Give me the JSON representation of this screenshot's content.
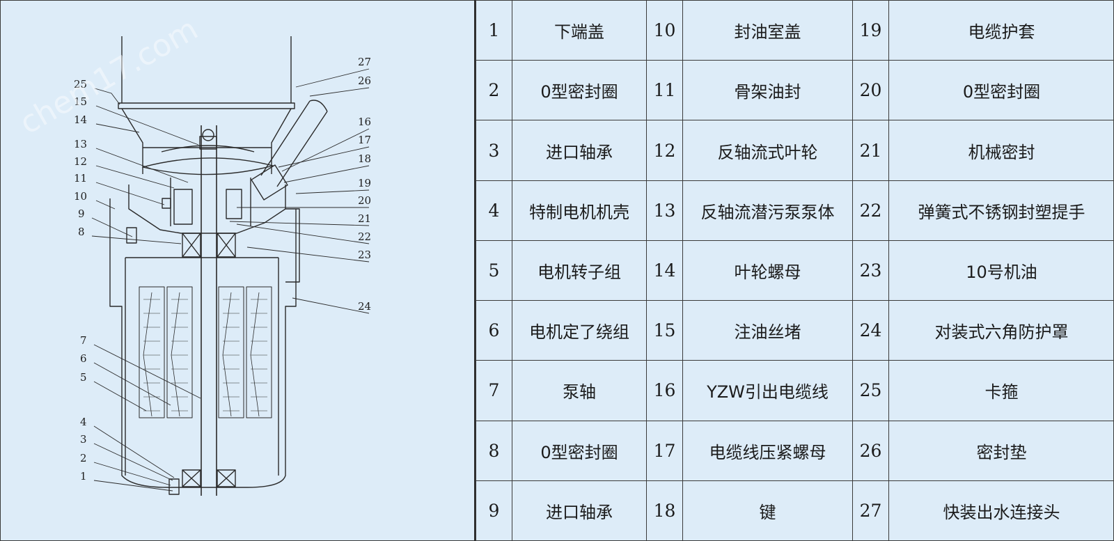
{
  "parts": [
    {
      "no": "1",
      "name": "下端盖"
    },
    {
      "no": "2",
      "name": "0型密封圈"
    },
    {
      "no": "3",
      "name": "进口轴承"
    },
    {
      "no": "4",
      "name": "特制电机机壳"
    },
    {
      "no": "5",
      "name": "电机转子组"
    },
    {
      "no": "6",
      "name": "电机定了绕组"
    },
    {
      "no": "7",
      "name": "泵轴"
    },
    {
      "no": "8",
      "name": "0型密封圈"
    },
    {
      "no": "9",
      "name": "进口轴承"
    },
    {
      "no": "10",
      "name": "封油室盖"
    },
    {
      "no": "11",
      "name": "骨架油封"
    },
    {
      "no": "12",
      "name": "反轴流式叶轮"
    },
    {
      "no": "13",
      "name": "反轴流潜污泵泵体"
    },
    {
      "no": "14",
      "name": "叶轮螺母"
    },
    {
      "no": "15",
      "name": "注油丝堵"
    },
    {
      "no": "16",
      "name": "YZW引出电缆线"
    },
    {
      "no": "17",
      "name": "电缆线压紧螺母"
    },
    {
      "no": "18",
      "name": "键"
    },
    {
      "no": "19",
      "name": "电缆护套"
    },
    {
      "no": "20",
      "name": "0型密封圈"
    },
    {
      "no": "21",
      "name": "机械密封"
    },
    {
      "no": "22",
      "name": "弹簧式不锈钢封塑提手"
    },
    {
      "no": "23",
      "name": "10号机油"
    },
    {
      "no": "24",
      "name": "对装式六角防护罩"
    },
    {
      "no": "25",
      "name": "卡箍"
    },
    {
      "no": "26",
      "name": "密封垫"
    },
    {
      "no": "27",
      "name": "快装出水连接头"
    }
  ],
  "diagram_labels": {
    "left": [
      "25",
      "15",
      "14",
      "13",
      "12",
      "11",
      "10",
      "9",
      "8",
      "7",
      "6",
      "5",
      "4",
      "3",
      "2",
      "1"
    ],
    "right": [
      "27",
      "26",
      "16",
      "17",
      "18",
      "19",
      "20",
      "21",
      "22",
      "23",
      "24"
    ]
  },
  "watermark": "chem17.com",
  "colors": {
    "background": "#ddecf8",
    "line": "#2a2a2a",
    "text": "#1b1b1b"
  }
}
